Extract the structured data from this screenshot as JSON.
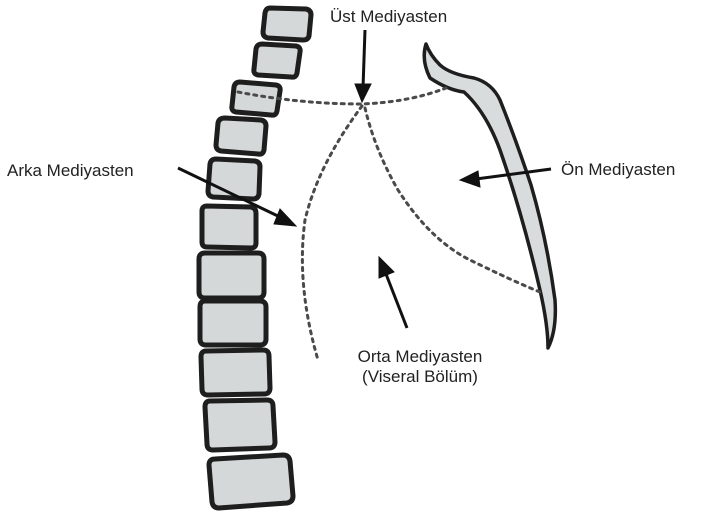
{
  "labels": {
    "superior": "Üst Mediyasten",
    "posterior": "Arka Mediyasten",
    "anterior": "Ön Mediyasten",
    "middle_line1": "Orta Mediyasten",
    "middle_line2": "(Viseral Bölüm)"
  },
  "colors": {
    "vertebra_fill": "#d5d8d8",
    "outline": "#1e1e1e",
    "sternum_fill": "#d9dcdc",
    "text": "#222222"
  }
}
